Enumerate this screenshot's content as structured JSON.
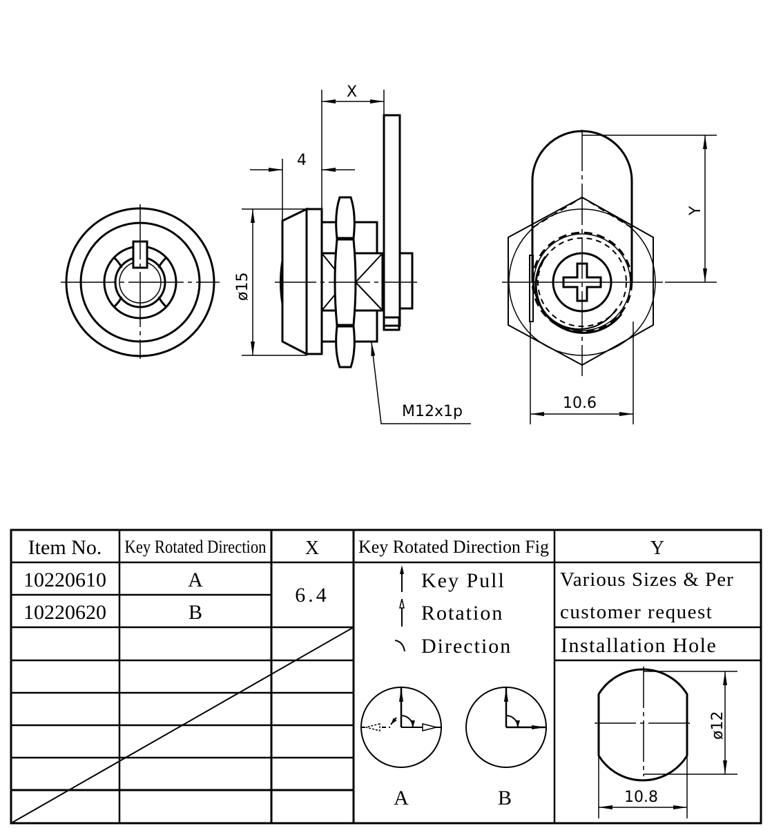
{
  "drawing": {
    "front_view": {
      "label": "key-face-front-view"
    },
    "side_view": {
      "dim_x_label": "X",
      "dim_4_label": "4",
      "dim_dia15_label": "ø15",
      "thread_label": "M12x1p"
    },
    "rear_view": {
      "dim_y_label": "Y",
      "dim_width_label": "10.6"
    }
  },
  "table": {
    "headers": [
      "Item No.",
      "Key Rotated Direction",
      "X",
      "Key Rotated Direction Fig",
      "Y"
    ],
    "rows": [
      {
        "item_no": "10220610",
        "direction": "A"
      },
      {
        "item_no": "10220620",
        "direction": "B"
      }
    ],
    "x_value": "6.4",
    "legend": [
      {
        "icon": "filled-arrow-up-icon",
        "label": "Key Pull"
      },
      {
        "icon": "hollow-arrow-up-icon",
        "label": "Rotation"
      },
      {
        "icon": "arc-direction-icon",
        "label": "Direction"
      }
    ],
    "fig_labels": [
      "A",
      "B"
    ],
    "y_value_line1": "Various Sizes & Per",
    "y_value_line2": "customer request",
    "installation_hole_label": "Installation Hole",
    "hole_dims": {
      "diameter_label": "ø12",
      "width_label": "10.8"
    }
  }
}
